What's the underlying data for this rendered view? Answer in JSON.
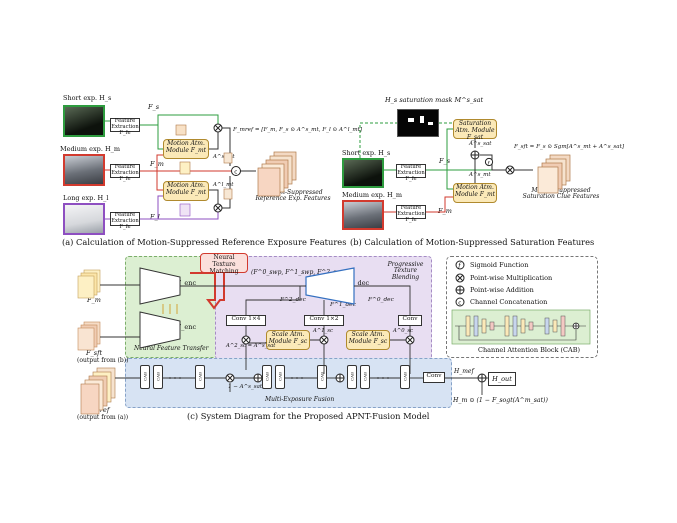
{
  "panel_a": {
    "short_label": "Short exp. H_s",
    "medium_label": "Medium exp. H_m",
    "long_label": "Long exp. H_l",
    "fe_s": "Feature Extraction F_fe",
    "fe_m": "Feature Extraction F_fe",
    "fe_l": "Feature Extraction F_fe",
    "f_s": "F_s",
    "f_m": "F_m",
    "f_l": "F_l",
    "motion_top": "Motion Atm. Module F_mt",
    "motion_bot": "Motion Atm. Module F_mt",
    "a_s": "A^s_mt",
    "a_l": "A^l_mt",
    "formula": "F_mref = [F_m, F_s ⊙ A^s_mt, F_l ⊙ A^l_mt]",
    "output": "Motion-Suppressed Reference Exp. Features",
    "caption": "(a) Calculation of Motion-Suppressed Reference Exposure Features"
  },
  "panel_b": {
    "mask_label": "H_s saturation mask M^s_sat",
    "short_label": "Short exp. H_s",
    "medium_label": "Medium exp. H_m",
    "fe_s": "Feature Extraction F_fe",
    "fe_m": "Feature Extraction F_fe",
    "f_s": "F_s",
    "f_m": "F_m",
    "sat_module": "Saturation Atm. Module F_sat",
    "motion_module": "Motion Atm. Module F_mt",
    "a_sat": "A^s_sat",
    "a_mt": "A^s_mt",
    "formula": "F_sft = F_s ⊙ Sgm[A^s_mt + A^s_sat]",
    "output": "Motion-Suppressed Saturation Clue Features",
    "caption": "(b) Calculation of Motion-Suppressed Saturation Features"
  },
  "panel_c": {
    "f_m": "F_m",
    "f_sft": "F_sft",
    "f_sft_note": "(output from (b))",
    "f_mref": "F_mref",
    "f_mref_note": "(output from (a))",
    "ntm": "Neural Texture Matching",
    "encoder_top": "Encoder F_enc",
    "encoder_bot": "Encoder F_enc",
    "nft": "Neural Feature Transfer",
    "swap": "(F^0_swp, F^1_swp, F^2_swp)",
    "decoder": "Decoder F_dec",
    "ptb": "Progressive Texture Blending",
    "f2_dec": "F^2_dec",
    "f1_dec": "F^1_dec",
    "f0_dec": "F^0_dec",
    "conv4": "Conv 1×4",
    "conv2": "Conv 1×2",
    "conv": "Conv",
    "sc1": "Scale Atm. Module F_sc",
    "sc2": "Scale Atm. Module F_sc",
    "a2_sc": "A^2_sc = A^s_sat",
    "a1_sc": "A^1_sc",
    "a0_sc": "A^0_sc",
    "one_minus": "1 − A^s_sat",
    "cab": "CAB",
    "mef": "Multi-Exposure Fusion",
    "conv_out": "Conv",
    "h_mef": "H_mef",
    "h_out": "H_out",
    "bottom_formula": "H_m ⊙ (1 − F_sogt(A^m_sat))",
    "caption": "(c) System Diagram for the Proposed APNT-Fusion Model"
  },
  "legend": {
    "sigmoid": "Sigmoid Function",
    "mult": "Point-wise Multiplication",
    "add": "Point-wise Addition",
    "concat": "Channel Concatenation",
    "cab_title": "Channel Attention Block (CAB)"
  },
  "colors": {
    "green": "#2e9c3f",
    "red": "#d23a2e",
    "purple": "#8e4fc1",
    "yellow_box": "#fbe9b8",
    "green_bg": "#dcefd2",
    "purple_bg": "#e8def2",
    "blue_bg": "#d7e3f3",
    "ntm_red": "#e25a4a"
  }
}
